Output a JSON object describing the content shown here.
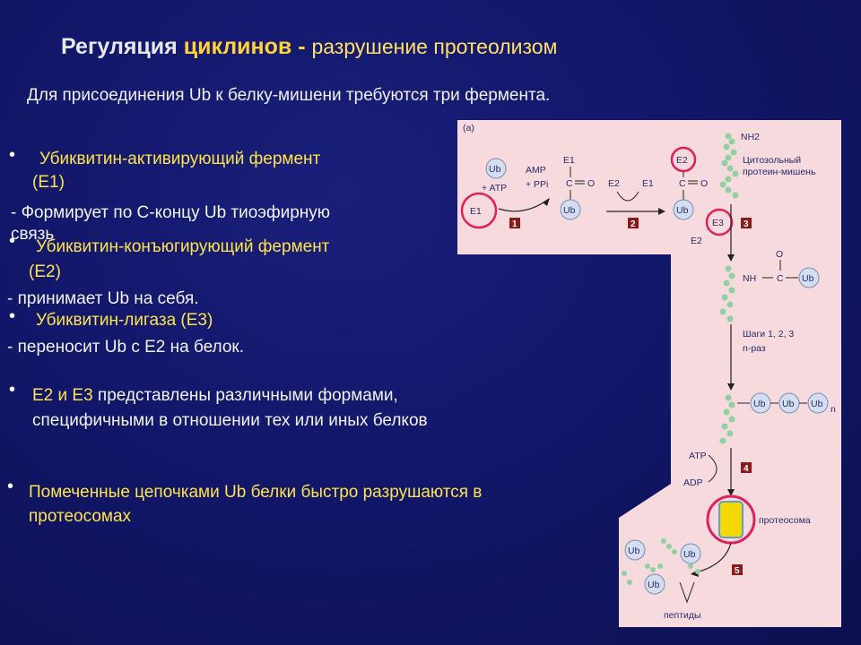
{
  "slide": {
    "title_part1": "Регуляция",
    "title_part2": "циклинов -",
    "title_part3": "разрушение протеолизом",
    "intro": "Для присоединения Ub к белку-мишени требуются три фермента.",
    "bullet_char": "•",
    "items": [
      {
        "head": "Убиквитин-активирующий фермент",
        "head2": "(E1)",
        "desc1": "- Формирует по С-концу Ub тиоэфирную",
        "desc2": "связь"
      },
      {
        "head": "Убиквитин-конъюгирующий фермент",
        "head2": "(E2)",
        "desc1": "- принимает Ub на себя."
      },
      {
        "head": "Убиквитин-лигаза (E3)",
        "desc1": "- переносит Ub с E2 на белок."
      }
    ],
    "note1_line1": "E2 и E3 представлены различными формами,",
    "note1_line1_a": "E2 и E3",
    "note1_line1_b": " представлены различными формами,",
    "note1_line2": "специфичными в отношении тех или иных белков",
    "note2_line1": "Помеченные цепочками Ub белки быстро разрушаются в",
    "note2_line2": "протеосомах"
  },
  "diagram": {
    "panel_label": "(a)",
    "ub": "Ub",
    "atp": "+ ATP",
    "amp": "AMP",
    "ppi": "+ PPi",
    "e1": "E1",
    "e2": "E2",
    "e3": "E3",
    "c": "C",
    "o": "O",
    "nh2": "NH2",
    "nh": "NH",
    "cytosolic_1": "Цитозольный",
    "cytosolic_2": "протеин-мишень",
    "steps_1": "Шаги 1, 2, 3",
    "steps_2": "n-раз",
    "chain_n": "n",
    "atp2": "ATP",
    "adp": "ADP",
    "proteasome": "протеосома",
    "peptides": "пептиды",
    "step_numbers": [
      "1",
      "2",
      "3",
      "4",
      "5"
    ],
    "colors": {
      "panel_bg": "#f7dade",
      "highlight_ring": "#e0205a",
      "ub_fill": "#d3dff0",
      "bead": "#8fd1a0",
      "step_box": "#8b1a1a",
      "proteasome_core": "#f5d800"
    }
  }
}
